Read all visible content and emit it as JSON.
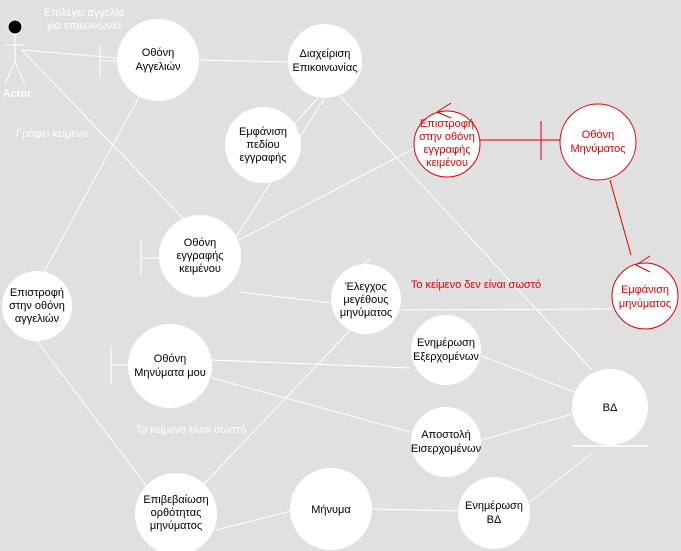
{
  "actor": {
    "label": "Actor"
  },
  "nodes": {
    "othoni_aggelion": [
      "Οθόνη",
      "Αγγελιών"
    ],
    "diaxeirisi": [
      "Διαχείριση",
      "Επικοινωνίας"
    ],
    "emfanisi_pediou": [
      "Εμφάνιση",
      "πεδίου",
      "εγγραφής"
    ],
    "epistrofi_eggrafis": [
      "Επιστροφή",
      "στην οθόνη",
      "εγγραφής",
      "κειμένου"
    ],
    "othoni_minymatos": [
      "Οθόνη",
      "Μηνύματος"
    ],
    "othoni_eggrafis": [
      "Οθόνη",
      "εγγραφής",
      "κειμένου"
    ],
    "emfanisi_minymatos": [
      "Εμφάνιση",
      "μηνύματος"
    ],
    "epistrofi_aggelion": [
      "Επιστροφή",
      "στην οθόνη",
      "αγγελιών"
    ],
    "elegxos": [
      "Έλεγχος",
      "μεγέθους",
      "μηνύματος"
    ],
    "enimerosi_exerx": [
      "Ενημέρωση",
      "Εξερχομένων"
    ],
    "othoni_minymata_mou": [
      "Οθόνη",
      "Μηνύματα μου"
    ],
    "vd": [
      "ΒΔ"
    ],
    "apostoli": [
      "Αποστολή",
      "Εισερχομένων"
    ],
    "epivevaiosi": [
      "Επιβεβαίωση",
      "ορθότητας",
      "μηνύματος"
    ],
    "minyma": [
      "Μήνυμα"
    ],
    "enimerosi_vd": [
      "Ενημέρωση",
      "ΒΔ"
    ]
  },
  "labels": {
    "epilegei": [
      "Επιλέγει αγγελία",
      "για επικοινωνία"
    ],
    "grafei": "Γράφει κείμενο",
    "lathos": "Το κείμενο δεν είναι σωστό",
    "sosto": "Το κείμενο είναι σωστό"
  },
  "colors": {
    "background": "#e0e0e0",
    "node_fill": "#ffffff",
    "line": "#ffffff",
    "red": "#e00000",
    "actor_head": "#000000"
  }
}
